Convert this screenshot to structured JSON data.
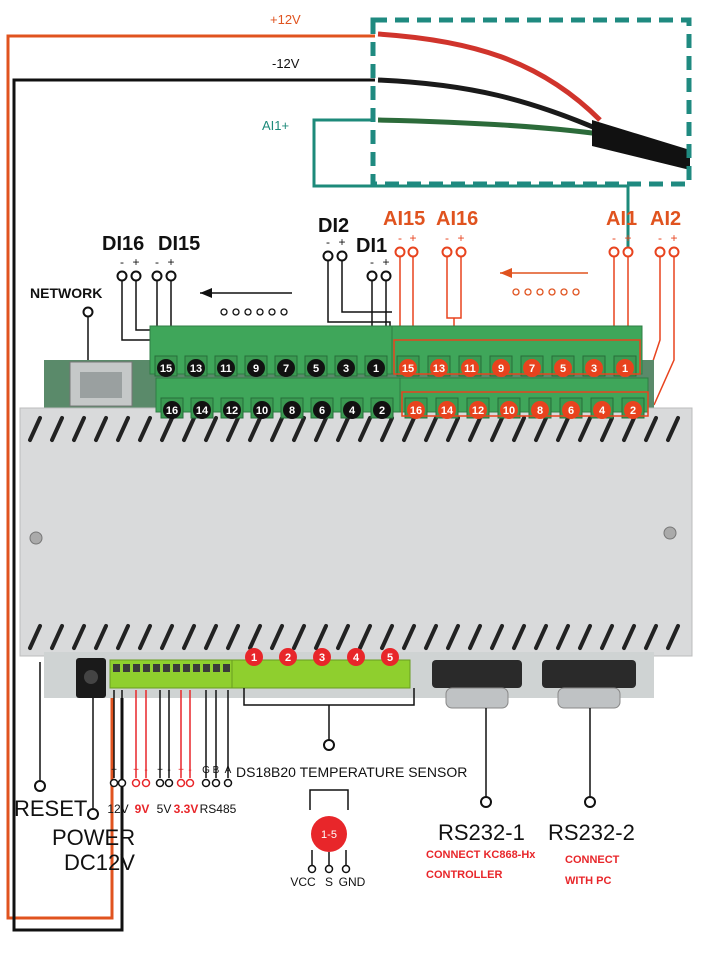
{
  "wires": {
    "plus12": "+12V",
    "minus12": "-12V",
    "ai1plus": "AI1+"
  },
  "top_groups": {
    "di16": "DI16",
    "di15": "DI15",
    "di2": "DI2",
    "di1": "DI1",
    "ai15": "AI15",
    "ai16": "AI16",
    "ai1": "AI1",
    "ai2": "AI2"
  },
  "polarity": {
    "minus": "-",
    "plus": "+"
  },
  "network": "NETWORK",
  "di_top_numbers": [
    "15",
    "13",
    "11",
    "9",
    "7",
    "5",
    "3",
    "1"
  ],
  "di_bottom_numbers": [
    "16",
    "14",
    "12",
    "10",
    "8",
    "6",
    "4",
    "2"
  ],
  "ai_top_numbers": [
    "15",
    "13",
    "11",
    "9",
    "7",
    "5",
    "3",
    "1"
  ],
  "ai_bottom_numbers": [
    "16",
    "14",
    "12",
    "10",
    "8",
    "6",
    "4",
    "2"
  ],
  "temp_ports": [
    "1",
    "2",
    "3",
    "4",
    "5"
  ],
  "temp_sensor": {
    "label": "DS18B20 TEMPERATURE SENSOR",
    "badge": "1-5",
    "pins": [
      "VCC",
      "S",
      "GND"
    ]
  },
  "bottom_left": {
    "reset": "RESET",
    "power": "POWER",
    "dc12v": "DC12V"
  },
  "power_pins": {
    "signs": [
      "+",
      "-",
      "+",
      "-",
      "+",
      "-",
      "+",
      "-",
      "G",
      "B",
      "A"
    ],
    "labels": [
      "12V",
      "9V",
      "5V",
      "3.3V",
      "RS485"
    ]
  },
  "rs232_1": {
    "title": "RS232-1",
    "note_line1": "CONNECT KC868-Hx",
    "note_line2": "CONTROLLER"
  },
  "rs232_2": {
    "title": "RS232-2",
    "note_line1": "CONNECT",
    "note_line2": "WITH PC"
  },
  "colors": {
    "red": "#e8431e",
    "black": "#111111",
    "teal": "#1d8a7a",
    "dashed_box": "#1f8a80",
    "terminal_green": "#3fa65a",
    "case_gray": "#d9dadb",
    "power_yellow_green": "#8fcf2e"
  }
}
